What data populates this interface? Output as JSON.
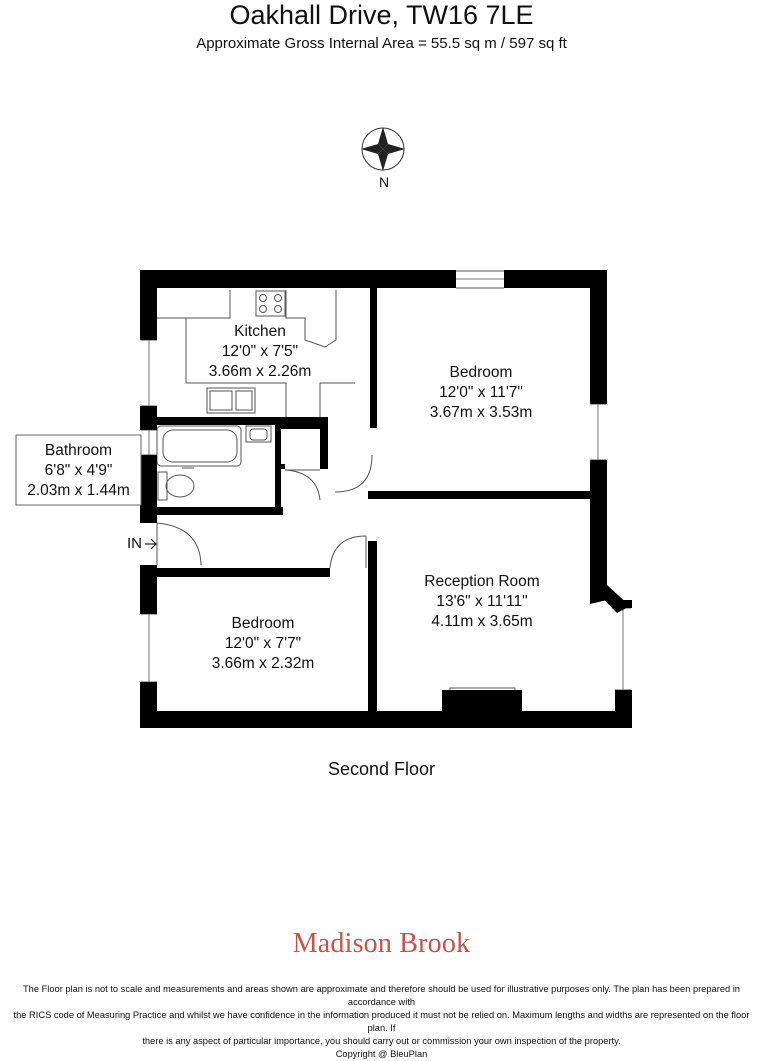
{
  "header": {
    "title": "Oakhall Drive, TW16 7LE",
    "area": "Approximate Gross Internal Area =  55.5 sq m / 597 sq ft"
  },
  "compass": {
    "north_label": "N"
  },
  "entrance_label": "IN",
  "rooms": {
    "kitchen": {
      "name": "Kitchen",
      "imperial": "12'0\" x 7'5\"",
      "metric": "3.66m x 2.26m"
    },
    "bedroom1": {
      "name": "Bedroom",
      "imperial": "12'0\" x 11'7\"",
      "metric": "3.67m x 3.53m"
    },
    "bathroom": {
      "name": "Bathroom",
      "imperial": "6'8\" x 4'9\"",
      "metric": "2.03m x 1.44m"
    },
    "reception": {
      "name": "Reception Room",
      "imperial": "13'6\" x 11'11\"",
      "metric": "4.11m x 3.65m"
    },
    "bedroom2": {
      "name": "Bedroom",
      "imperial": "12'0\" x 7'7\"",
      "metric": "3.66m x 2.32m"
    }
  },
  "floor_name": "Second Floor",
  "brand": "Madison Brook",
  "footer": {
    "disclaimer_1": "The Floor plan is not to scale and measurements and areas shown are approximate and therefore should be used for illustrative purposes only. The plan has been prepared in accordance with",
    "disclaimer_2": "the RICS code of Measuring Practice and whilst we have confidence in the information produced it must not be relied on. Maximum lengths and widths are represented on the floor plan. If",
    "disclaimer_3": "there is any aspect of particular importance, you should carry out or commission your own inspection of the property.",
    "copyright": "Copyright @ BleuPlan"
  },
  "colors": {
    "wall": "#000000",
    "brand": "#c0564a",
    "fixture": "#555555"
  }
}
